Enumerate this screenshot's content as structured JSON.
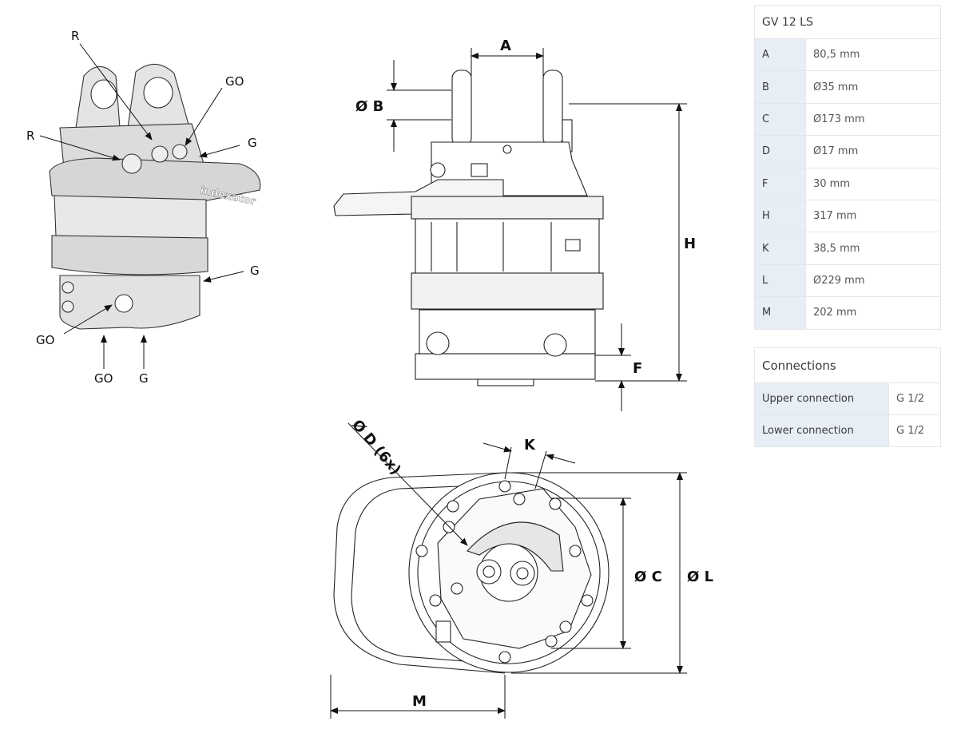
{
  "iso_view": {
    "callouts": [
      "R",
      "GO",
      "R",
      "G",
      "G",
      "GO",
      "GO",
      "G"
    ],
    "logo_text": "indexator"
  },
  "side_view": {
    "dims": [
      "A",
      "Ø B",
      "H",
      "F"
    ]
  },
  "bottom_view": {
    "dims": [
      "Ø D (6x)",
      "K",
      "Ø C",
      "Ø L",
      "M"
    ]
  },
  "spec_table": {
    "title": "GV 12 LS",
    "rows": [
      {
        "key": "A",
        "value": "80,5 mm"
      },
      {
        "key": "B",
        "value": "Ø35 mm"
      },
      {
        "key": "C",
        "value": "Ø173 mm"
      },
      {
        "key": "D",
        "value": "Ø17 mm"
      },
      {
        "key": "F",
        "value": "30 mm"
      },
      {
        "key": "H",
        "value": "317 mm"
      },
      {
        "key": "K",
        "value": "38,5 mm"
      },
      {
        "key": "L",
        "value": "Ø229 mm"
      },
      {
        "key": "M",
        "value": "202 mm"
      }
    ]
  },
  "connections_table": {
    "title": "Connections",
    "rows": [
      {
        "key": "Upper connection",
        "value": "G 1/2"
      },
      {
        "key": "Lower connection",
        "value": "G 1/2"
      }
    ]
  },
  "colors": {
    "line": "#222222",
    "table_border": "#e3e6ea",
    "key_bg": "#e8eef5",
    "body_shade": "#e6e6e6"
  }
}
